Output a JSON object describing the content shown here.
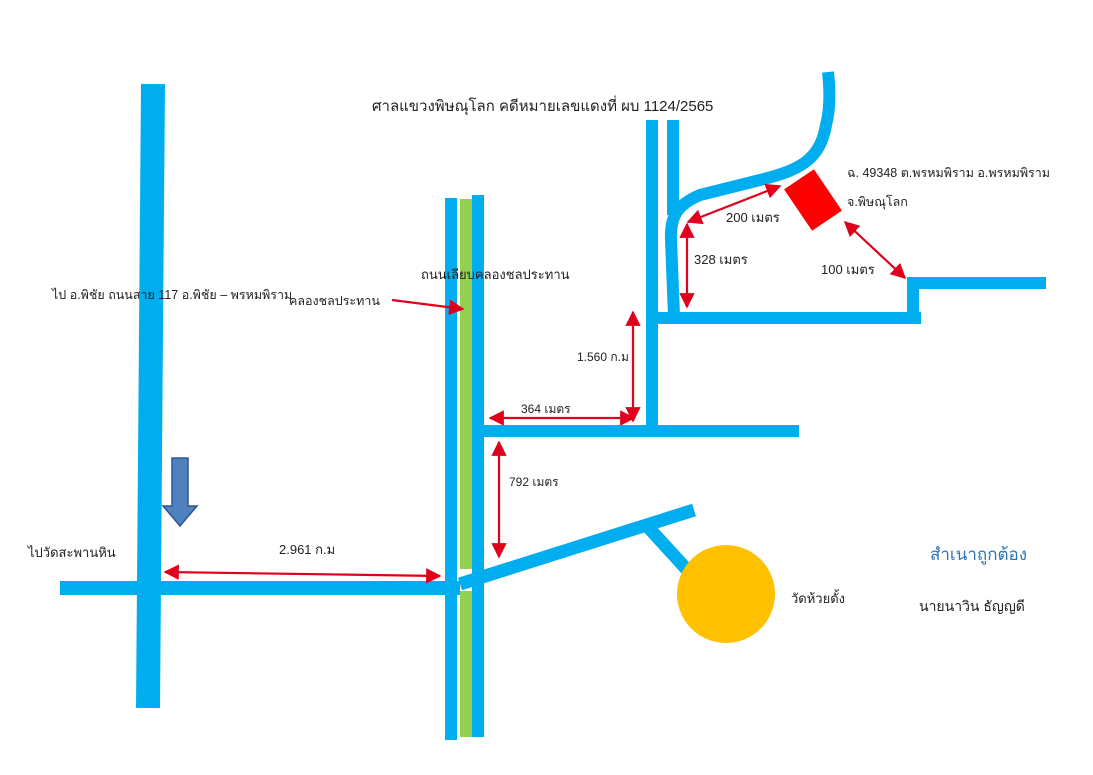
{
  "title": "ศาลแขวงพิษณุโลก  คดีหมายเลขแดงที่ ผบ 1124/2565",
  "place_labels": {
    "to_phichai": "ไป อ.พิชัย   ถนนสาย 117  อ.พิชัย – พรหมพิราม",
    "to_wat_saphan_hin": "ไปวัดสะพานหิน",
    "canal_road": "ถนนเลียบคลองชลประทาน",
    "canal": "คลองชลประทาน",
    "wat_huai_dang": "วัดห้วยดั้ง",
    "property_line1": "ฉ. 49348  ต.พรหมพิราม  อ.พรหมพิราม",
    "property_line2": "จ.พิษณุโลก"
  },
  "distances": {
    "d200": "200  เมตร",
    "d328": "328  เมตร",
    "d100": "100  เมตร",
    "d1560": "1.560 ก.ม",
    "d364": "364  เมตร",
    "d792": "792  เมตร",
    "d2961": "2.961  ก.ม"
  },
  "certification": {
    "certified": "สำเนาถูกต้อง",
    "signer": "นายนาวิน   ธัญญดี"
  },
  "colors": {
    "road": "#00AEEF",
    "canal": "#92D050",
    "measure": "#E0001B",
    "property": "#FF0000",
    "temple": "#FFC000",
    "marker": "#4F81BD",
    "certified_text": "#2E75B6"
  },
  "icons": {
    "property": "red-parcel-rectangle",
    "temple": "yellow-temple-circle",
    "marker": "down-arrow-icon"
  }
}
